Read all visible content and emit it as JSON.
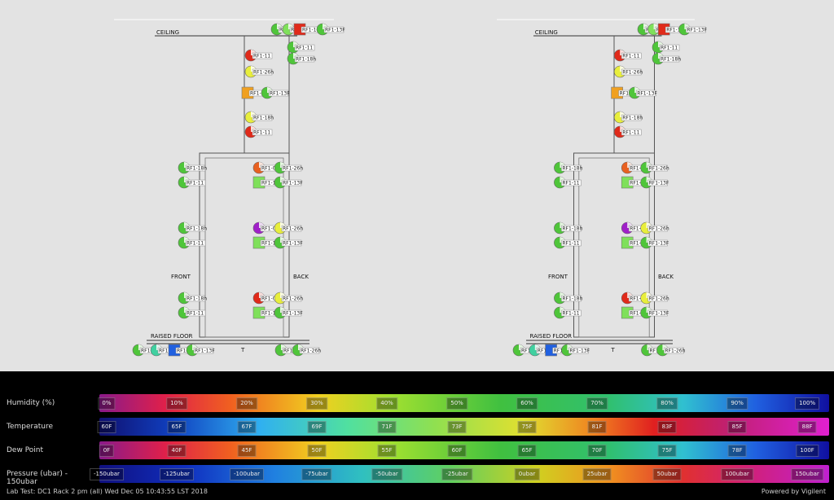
{
  "diagram": {
    "ceiling_label": "CEILING",
    "raised_floor_label": "RAISED FLOOR",
    "front_label": "FRONT",
    "back_label": "BACK",
    "tags": {
      "a": "RF1-12h",
      "b": "RF1-11",
      "c": "RF1-18h",
      "d": "RF1-10F",
      "e": "RF1-26h",
      "f": "RF1-06h",
      "g": "RF1-13F"
    },
    "floor_marker": "T"
  },
  "legend": {
    "rows": [
      {
        "label": "Humidity (%)",
        "ticks": [
          "0%",
          "10%",
          "20%",
          "30%",
          "40%",
          "50%",
          "60%",
          "70%",
          "80%",
          "90%",
          "100%"
        ]
      },
      {
        "label": "Temperature",
        "ticks": [
          "60F",
          "65F",
          "67F",
          "69F",
          "71F",
          "73F",
          "75F",
          "81F",
          "83F",
          "85F",
          "88F"
        ]
      },
      {
        "label": "Dew Point",
        "ticks": [
          "0F",
          "40F",
          "45F",
          "50F",
          "55F",
          "60F",
          "65F",
          "70F",
          "75F",
          "78F",
          "100F"
        ]
      },
      {
        "label": "Pressure (ubar) - 150ubar",
        "ticks": [
          "-150ubar",
          "-125ubar",
          "-100ubar",
          "-75ubar",
          "-50ubar",
          "-25ubar",
          "0ubar",
          "25ubar",
          "50ubar",
          "100ubar",
          "150ubar"
        ]
      }
    ],
    "footer_left": "Lab Test: DC1 Rack 2 pm (all) Wed Dec 05 10:43:55 LST 2018",
    "footer_right": "Powered by Vigilent"
  },
  "colors": {
    "green": "#4fc53a",
    "light_green": "#7fe05a",
    "yellow": "#e8ee3c",
    "red": "#e02a1a",
    "orange": "#f0a020",
    "purple": "#a020c8",
    "blue": "#2060e0",
    "teal": "#40d0a0"
  }
}
